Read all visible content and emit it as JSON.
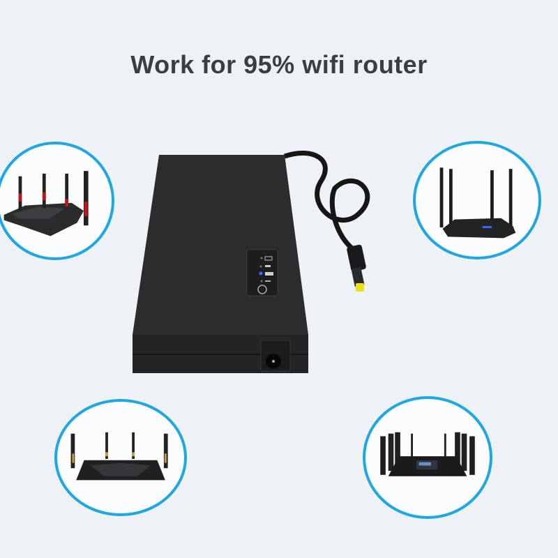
{
  "headline": "Work for 95% wifi router",
  "colors": {
    "background": "#eef2f6",
    "circle_border": "#1ea7e1",
    "headline": "#3a3d42",
    "device_body": "#2b2c2e",
    "connector_tip": "#e9e21a",
    "led_blue": "#3a6cff"
  },
  "product": {
    "name": "mini-ups-battery",
    "indicators": [
      "battery-icon",
      "output-icon",
      "charge-led-blue",
      "input-icon"
    ],
    "button": "power-button",
    "ports": [
      "dc-input-port",
      "dc-output-cable"
    ]
  },
  "routers": [
    {
      "position": "top-left",
      "style": "4 antennas, red accents"
    },
    {
      "position": "top-right",
      "style": "4 tall black antennas"
    },
    {
      "position": "bottom-left",
      "style": "4 antennas, gold accents"
    },
    {
      "position": "bottom-right",
      "style": "8 antennas, display panel"
    }
  ]
}
